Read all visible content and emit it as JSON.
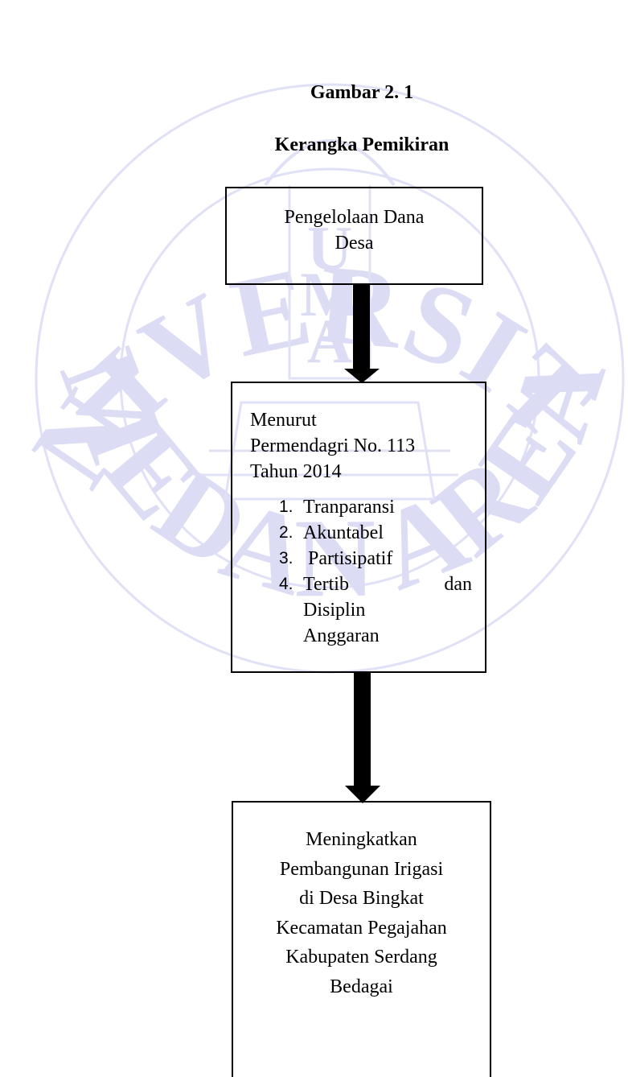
{
  "figure": {
    "number": "Gambar 2. 1",
    "title": "Kerangka Pemikiran"
  },
  "boxes": {
    "top": {
      "lines": [
        "Pengelolaan Dana",
        "Desa"
      ]
    },
    "middle": {
      "lines": [
        "Menurut",
        "Permendagri No. 113",
        "Tahun 2014"
      ],
      "items": [
        {
          "number": "1.",
          "text": "Tranparansi"
        },
        {
          "number": "2.",
          "text": "Akuntabel"
        },
        {
          "number": "3.",
          "text": " Partisipatif"
        },
        {
          "number": "4.",
          "text_part1": "Tertib",
          "text_part2": "dan",
          "text_lines": [
            "Disiplin",
            "Anggaran"
          ]
        }
      ]
    },
    "bottom": {
      "lines": [
        "Meningkatkan",
        "Pembangunan Irigasi",
        "di Desa Bingkat",
        "Kecamatan Pegajahan",
        "Kabupaten Serdang",
        "Bedagai"
      ]
    }
  },
  "watermark": {
    "top_text": "UNIVERSITAS",
    "bottom_text": "MEDAN AREA",
    "emblem_letters": [
      "U",
      "M",
      "A"
    ]
  },
  "colors": {
    "watermark": "#dcdcf4",
    "line": "#000000",
    "background": "#ffffff"
  }
}
